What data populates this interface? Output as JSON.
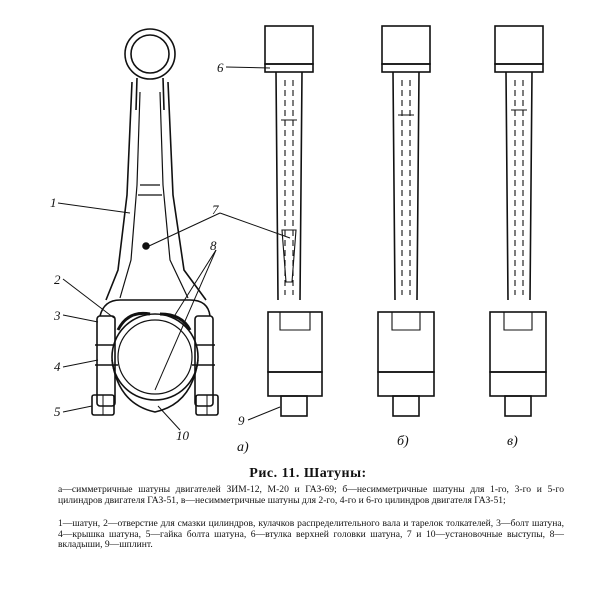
{
  "figure": {
    "callouts": {
      "n1": "1",
      "n2": "2",
      "n3": "3",
      "n4": "4",
      "n5": "5",
      "n6": "6",
      "n7": "7",
      "n8": "8",
      "n9": "9",
      "n10": "10"
    },
    "variant_labels": {
      "a": "а)",
      "b": "б)",
      "c": "в)"
    }
  },
  "caption": {
    "title": "Рис. 11. Шатуны:",
    "description_1": "а—симметричные шатуны двигателей ЗИМ-12, М-20 и ГАЗ-69; б—несимметричные шатуны для 1-го, 3-го и 5-го цилиндров двигателя ГАЗ-51, в—несимметричные шатуны для 2-го, 4-го и 6-го цилиндров двигателя ГАЗ-51;",
    "description_2": "1—шатун, 2—отверстие для смазки цилиндров, кулачков распределительного вала и тарелок толкателей, 3—болт шатуна, 4—крышка шатуна, 5—гайка болта шатуна, 6—втулка верхней головки шатуна, 7 и 10—установочные выступы, 8—вкладыши, 9—шплинт."
  }
}
